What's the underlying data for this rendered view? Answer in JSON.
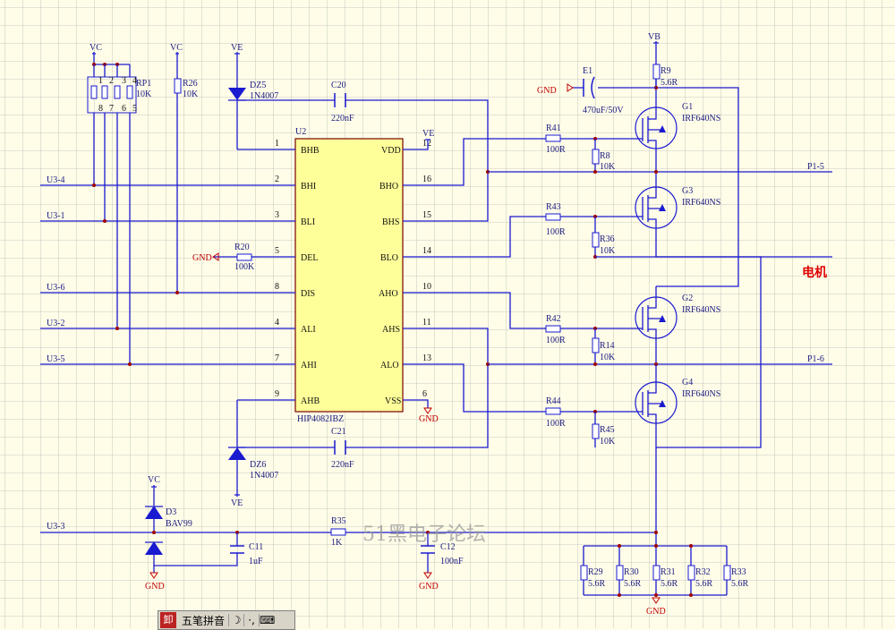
{
  "schematic": {
    "watermark": "51黑电子论坛",
    "motor_label": "电机",
    "ic": {
      "ref": "U2",
      "part": "HIP4082IBZ",
      "left_pins": [
        {
          "num": "1",
          "name": "BHB"
        },
        {
          "num": "2",
          "name": "BHI"
        },
        {
          "num": "3",
          "name": "BLI"
        },
        {
          "num": "5",
          "name": "DEL"
        },
        {
          "num": "8",
          "name": "DIS"
        },
        {
          "num": "4",
          "name": "ALI"
        },
        {
          "num": "7",
          "name": "AHI"
        },
        {
          "num": "9",
          "name": "AHB"
        }
      ],
      "right_pins": [
        {
          "num": "12",
          "name": "VDD"
        },
        {
          "num": "16",
          "name": "BHO"
        },
        {
          "num": "15",
          "name": "BHS"
        },
        {
          "num": "14",
          "name": "BLO"
        },
        {
          "num": "10",
          "name": "AHO"
        },
        {
          "num": "11",
          "name": "AHS"
        },
        {
          "num": "13",
          "name": "ALO"
        },
        {
          "num": "6",
          "name": "VSS"
        }
      ]
    },
    "inputs": [
      "U3-4",
      "U3-1",
      "U3-6",
      "U3-2",
      "U3-5",
      "U3-3"
    ],
    "outputs": [
      "P1-5",
      "P1-6"
    ],
    "power": {
      "vc": "VC",
      "ve": "VE",
      "vb": "VB",
      "gnd": "GND"
    },
    "rp1": {
      "ref": "RP1",
      "value": "10K",
      "pins": [
        "1",
        "8",
        "2",
        "7",
        "3",
        "6",
        "4",
        "5"
      ]
    },
    "r26": {
      "ref": "R26",
      "value": "10K"
    },
    "r20": {
      "ref": "R20",
      "value": "100K"
    },
    "dz5": {
      "ref": "DZ5",
      "value": "1N4007"
    },
    "dz6": {
      "ref": "DZ6",
      "value": "1N4007"
    },
    "c20": {
      "ref": "C20",
      "value": "220nF"
    },
    "c21": {
      "ref": "C21",
      "value": "220nF"
    },
    "e1": {
      "ref": "E1",
      "value": "470uF/50V"
    },
    "r9": {
      "ref": "R9",
      "value": "5.6R"
    },
    "mosfets": [
      {
        "ref": "G1",
        "part": "IRF640NS"
      },
      {
        "ref": "G3",
        "part": "IRF640NS"
      },
      {
        "ref": "G2",
        "part": "IRF640NS"
      },
      {
        "ref": "G4",
        "part": "IRF640NS"
      }
    ],
    "gate_res": [
      {
        "ref": "R41",
        "value": "100R"
      },
      {
        "ref": "R43",
        "value": "100R"
      },
      {
        "ref": "R42",
        "value": "100R"
      },
      {
        "ref": "R44",
        "value": "100R"
      }
    ],
    "pulldown_res": [
      {
        "ref": "R8",
        "value": "10K"
      },
      {
        "ref": "R36",
        "value": "10K"
      },
      {
        "ref": "R14",
        "value": "10K"
      },
      {
        "ref": "R45",
        "value": "10K"
      }
    ],
    "d3": {
      "ref": "D3",
      "value": "BAV99"
    },
    "c11": {
      "ref": "C11",
      "value": "1uF"
    },
    "r35": {
      "ref": "R35",
      "value": "1K"
    },
    "c12": {
      "ref": "C12",
      "value": "100nF"
    },
    "shunts": [
      {
        "ref": "R29",
        "value": "5.6R"
      },
      {
        "ref": "R30",
        "value": "5.6R"
      },
      {
        "ref": "R31",
        "value": "5.6R"
      },
      {
        "ref": "R32",
        "value": "5.6R"
      },
      {
        "ref": "R33",
        "value": "5.6R"
      }
    ]
  },
  "ime": {
    "logo": "卸",
    "name": "五笔拼音",
    "moon": "☽",
    "punct": "·,",
    "keyboard": "⌨"
  },
  "colors": {
    "background": "#fffde8",
    "grid": "#b8b8b8",
    "wire": "#1a1ad0",
    "ic_fill": "#ffff99",
    "gnd": "#c00000",
    "motor": "#e00000"
  }
}
